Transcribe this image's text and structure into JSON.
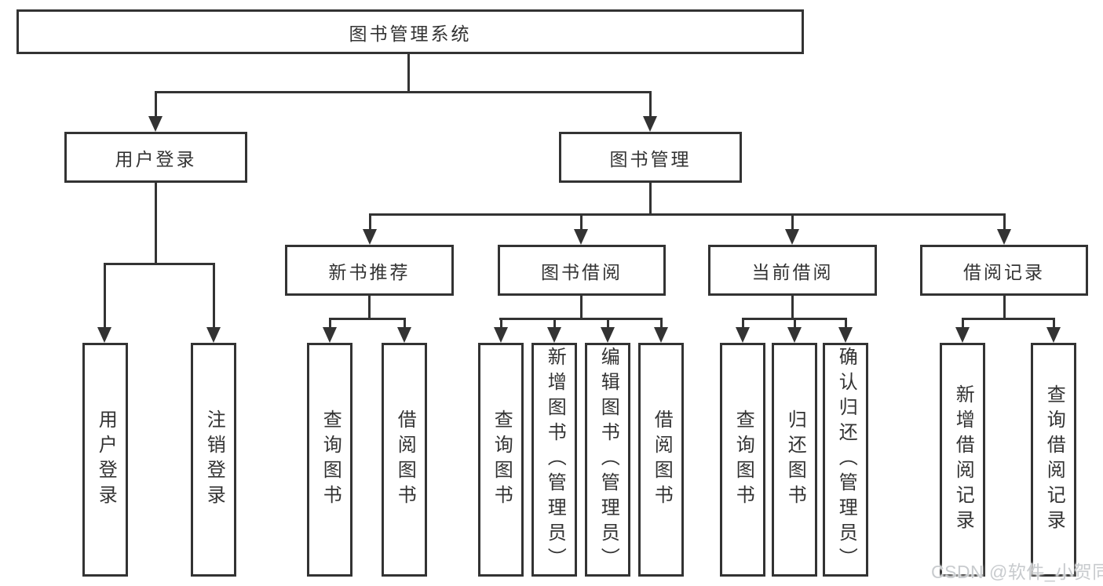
{
  "diagram": {
    "root": {
      "label": "图书管理系统"
    },
    "level2": [
      {
        "label": "用户登录"
      },
      {
        "label": "图书管理"
      }
    ],
    "level3": [
      {
        "label": "新书推荐"
      },
      {
        "label": "图书借阅"
      },
      {
        "label": "当前借阅"
      },
      {
        "label": "借阅记录"
      }
    ],
    "leaves": {
      "user_login": [
        {
          "label": "用户登录"
        },
        {
          "label": "注销登录"
        }
      ],
      "new_book": [
        {
          "label": "查询图书"
        },
        {
          "label": "借阅图书"
        }
      ],
      "book_borrow": [
        {
          "label": "查询图书"
        },
        {
          "label": "新增图书（管理员）"
        },
        {
          "label": "编辑图书（管理员）"
        },
        {
          "label": "借阅图书"
        }
      ],
      "current_borrow": [
        {
          "label": "查询图书"
        },
        {
          "label": "归还图书"
        },
        {
          "label": "确认归还（管理员）"
        }
      ],
      "borrow_records": [
        {
          "label": "新增借阅记录"
        },
        {
          "label": "查询借阅记录"
        }
      ]
    }
  },
  "watermark": {
    "text": "CSDN @软件_小贺同学"
  },
  "colors": {
    "line": "#333333",
    "box_border": "#333333",
    "box_fill": "#ffffff",
    "text": "#333333",
    "watermark": "#c8cbce",
    "background": "#ffffff"
  }
}
